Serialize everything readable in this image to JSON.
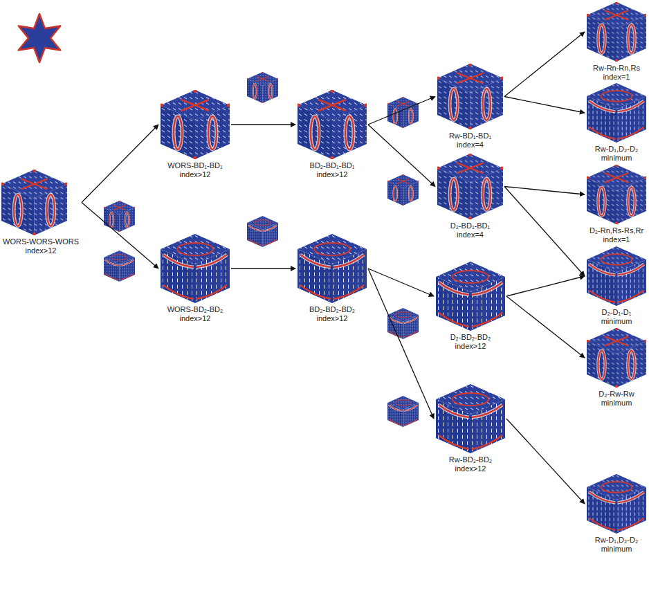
{
  "diagram": {
    "nodes": [
      {
        "text": [
          "WORS-WORS-WORS",
          "index>12"
        ]
      },
      {
        "text": [
          "WORS-BD₁-BD₁",
          "index>12"
        ]
      },
      {
        "text": [
          "BD₂-BD₁-BD₁",
          "index>12"
        ]
      },
      {
        "text": [
          "Rw-BD₁-BD₁",
          "index=4"
        ]
      },
      {
        "text": [
          "D₂-BD₁-BD₁",
          "index=4"
        ]
      },
      {
        "text": [
          "WORS-BD₂-BD₂",
          "index>12"
        ]
      },
      {
        "text": [
          "BD₂-BD₂-BD₂",
          "index>12"
        ]
      },
      {
        "text": [
          "D₂-BD₂-BD₂",
          "index>12"
        ]
      },
      {
        "text": [
          "Rw-BD₂-BD₂",
          "index>12"
        ]
      },
      {
        "text": [
          "Rw-Rn-Rn,Rs",
          "index=1"
        ]
      },
      {
        "text": [
          "Rw-D₁,D₂-D₂",
          "minimum"
        ]
      },
      {
        "text": [
          "D₂-Rn,Rs-Rs,Rr",
          "index=1"
        ]
      },
      {
        "text": [
          "D₂-D₁-D₁",
          "minimum"
        ]
      },
      {
        "text": [
          "D₂-Rw-Rw",
          "minimum"
        ]
      },
      {
        "text": [
          "Rw-D₁,D₂-D₂",
          "minimum"
        ]
      }
    ],
    "edges": [
      {
        "from": 0,
        "to": 1,
        "arrow": "to"
      },
      {
        "from": 0,
        "to": 5,
        "arrow": "to"
      },
      {
        "from": 1,
        "to": 2,
        "arrow": "to"
      },
      {
        "from": 5,
        "to": 6,
        "arrow": "to"
      },
      {
        "from": 2,
        "to": 3,
        "arrow": "to"
      },
      {
        "from": 2,
        "to": 4,
        "arrow": "to"
      },
      {
        "from": 6,
        "to": 7,
        "arrow": "to"
      },
      {
        "from": 6,
        "to": 8,
        "arrow": "to"
      },
      {
        "from": 3,
        "to": 9,
        "arrow": "to"
      },
      {
        "from": 3,
        "to": 10,
        "arrow": "to"
      },
      {
        "from": 4,
        "to": 11,
        "arrow": "to"
      },
      {
        "from": 4,
        "to": 12,
        "arrow": "to"
      },
      {
        "from": 7,
        "to": 12,
        "arrow": "to"
      },
      {
        "from": 7,
        "to": 13,
        "arrow": "to"
      },
      {
        "from": 8,
        "to": 14,
        "arrow": "to"
      }
    ]
  }
}
